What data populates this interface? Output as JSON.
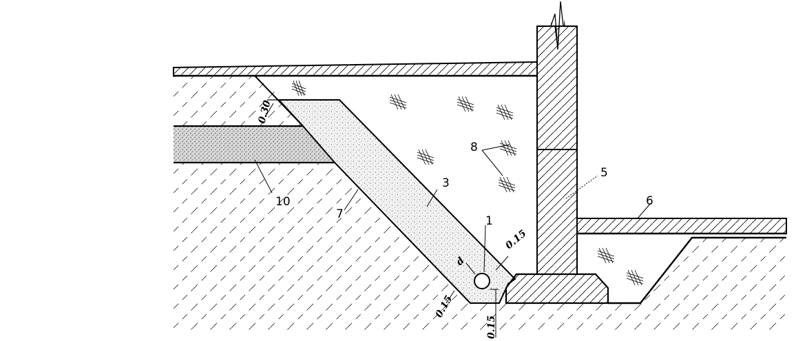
{
  "diagram": {
    "labels": {
      "pipe": "1",
      "filter": "3",
      "wall": "5",
      "floor": "6",
      "natural_soil": "7",
      "backfill": "8",
      "sand_layer": "10"
    },
    "dimensions": {
      "top_thickness": "0.30",
      "pipe_diameter": "d",
      "filter_side": "0.15",
      "filter_bottom": "0.15",
      "pipe_clearance": "0.15"
    }
  }
}
